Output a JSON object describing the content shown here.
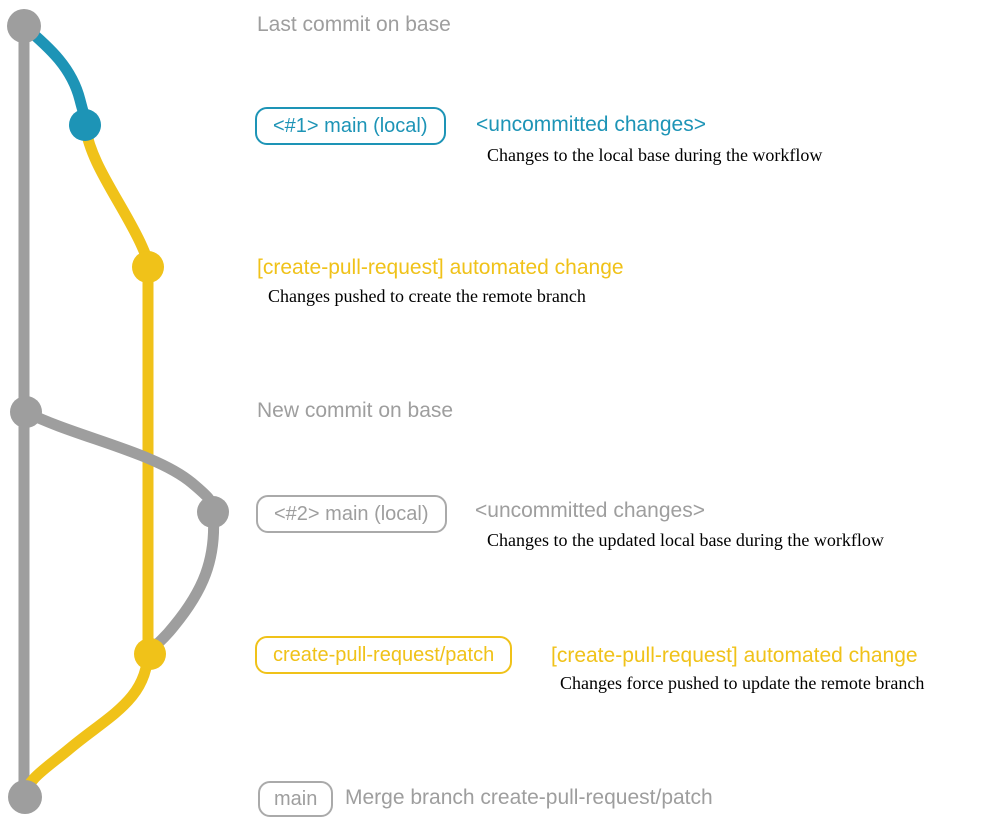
{
  "diagram": {
    "type": "git-branch-workflow",
    "colors": {
      "base_branch": "#9e9e9e",
      "local_branch": "#1d94b6",
      "remote_branch": "#f0c219",
      "description_text": "#000000"
    },
    "g1_label": "Last commit on base",
    "r1": {
      "badge": "<#1> main (local)",
      "title": "<uncommitted changes>",
      "desc": "Changes to the local base during the workflow"
    },
    "r2": {
      "title": "[create-pull-request] automated change",
      "desc": "Changes pushed to create the remote branch"
    },
    "g2_label": "New commit on base",
    "r3": {
      "badge": "<#2> main (local)",
      "title": "<uncommitted changes>",
      "desc": "Changes to the updated local base during the workflow"
    },
    "r4": {
      "badge": "create-pull-request/patch",
      "title": "[create-pull-request] automated change",
      "desc": "Changes force pushed to update the remote branch"
    },
    "r5": {
      "badge": "main",
      "message": "Merge branch create-pull-request/patch"
    }
  }
}
